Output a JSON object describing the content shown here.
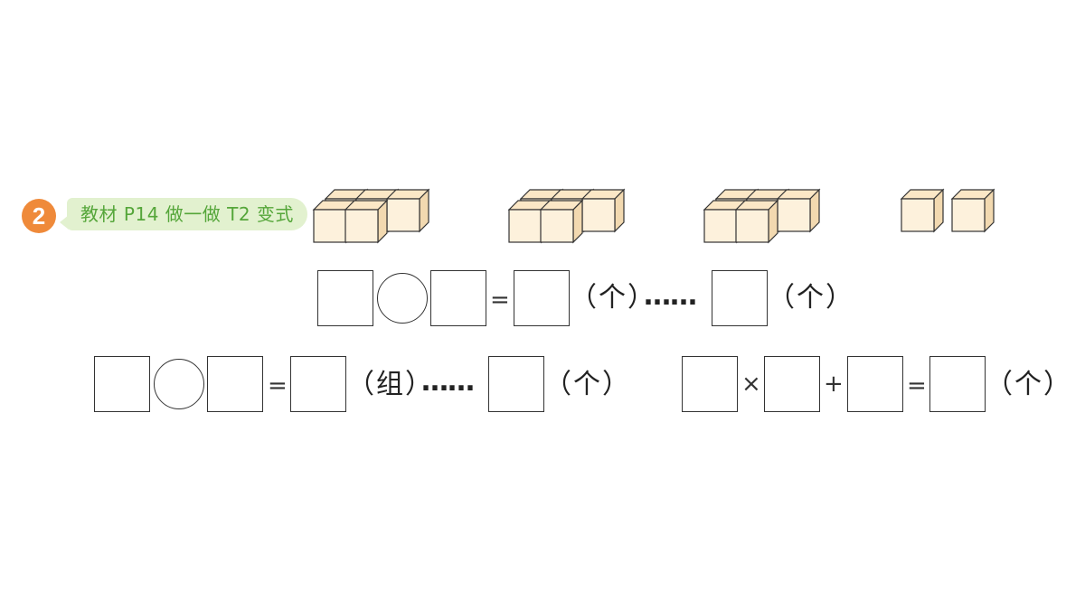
{
  "problem": {
    "number": "2",
    "source_tag": "教材 P14 做一做 T2 变式",
    "colors": {
      "badge": "#ef8a3a",
      "tag_bg": "#e2f1cf",
      "tag_text": "#55a63a",
      "cube_face": "#fdf1dc"
    }
  },
  "row1": {
    "equals": "=",
    "unit_left": "（个）",
    "dots": "……",
    "unit_right": "（个）"
  },
  "row2_left": {
    "equals": "=",
    "unit_left": "（组）",
    "dots": "……",
    "unit_right": "（个）"
  },
  "row2_right": {
    "times": "×",
    "plus": "+",
    "equals": "=",
    "unit": "（个）"
  }
}
